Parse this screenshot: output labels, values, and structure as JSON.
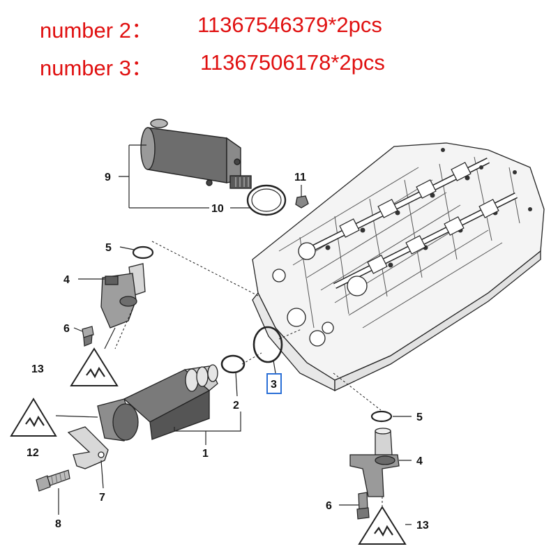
{
  "header": {
    "line1_label": "number 2：",
    "line1_part": "11367546379*2pcs",
    "line2_label": "number 3：",
    "line2_part": "11367506178*2pcs"
  },
  "callouts": {
    "c1": "1",
    "c2": "2",
    "c3": "3",
    "c4a": "4",
    "c4b": "4",
    "c5a": "5",
    "c5b": "5",
    "c6a": "6",
    "c6b": "6",
    "c7": "7",
    "c8": "8",
    "c9": "9",
    "c10": "10",
    "c11": "11",
    "c12": "12",
    "c13a": "13",
    "c13b": "13"
  },
  "colors": {
    "header_text": "#e01010",
    "highlight_box": "#2a6fd6"
  }
}
